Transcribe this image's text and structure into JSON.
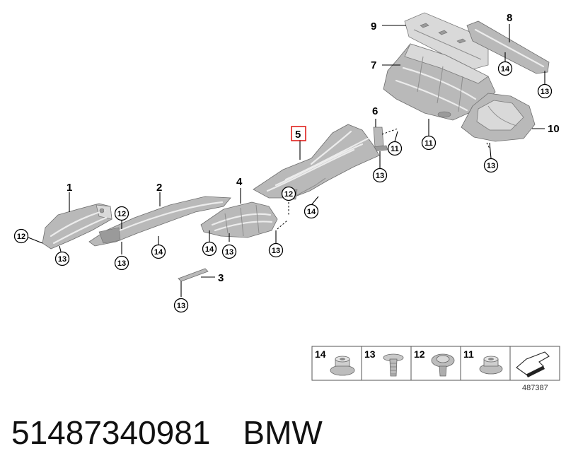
{
  "diagram": {
    "part_numbers": {
      "p1": "1",
      "p2": "2",
      "p3": "3",
      "p4": "4",
      "p5": "5",
      "p6": "6",
      "p7": "7",
      "p8": "8",
      "p9": "9",
      "p10": "10"
    },
    "callouts": {
      "c11": "11",
      "c12": "12",
      "c13": "13",
      "c14": "14"
    },
    "highlight_color": "#e0201c"
  },
  "legend": {
    "items": [
      {
        "number": "14",
        "icon": "flange-nut-icon"
      },
      {
        "number": "13",
        "icon": "screw-stud-icon"
      },
      {
        "number": "12",
        "icon": "expanding-rivet-icon"
      },
      {
        "number": "11",
        "icon": "hex-nut-icon"
      },
      {
        "number": "",
        "icon": "direction-arrow-icon"
      }
    ],
    "reference": "487387"
  },
  "caption": {
    "part_number": "51487340981",
    "brand": "BMW"
  }
}
